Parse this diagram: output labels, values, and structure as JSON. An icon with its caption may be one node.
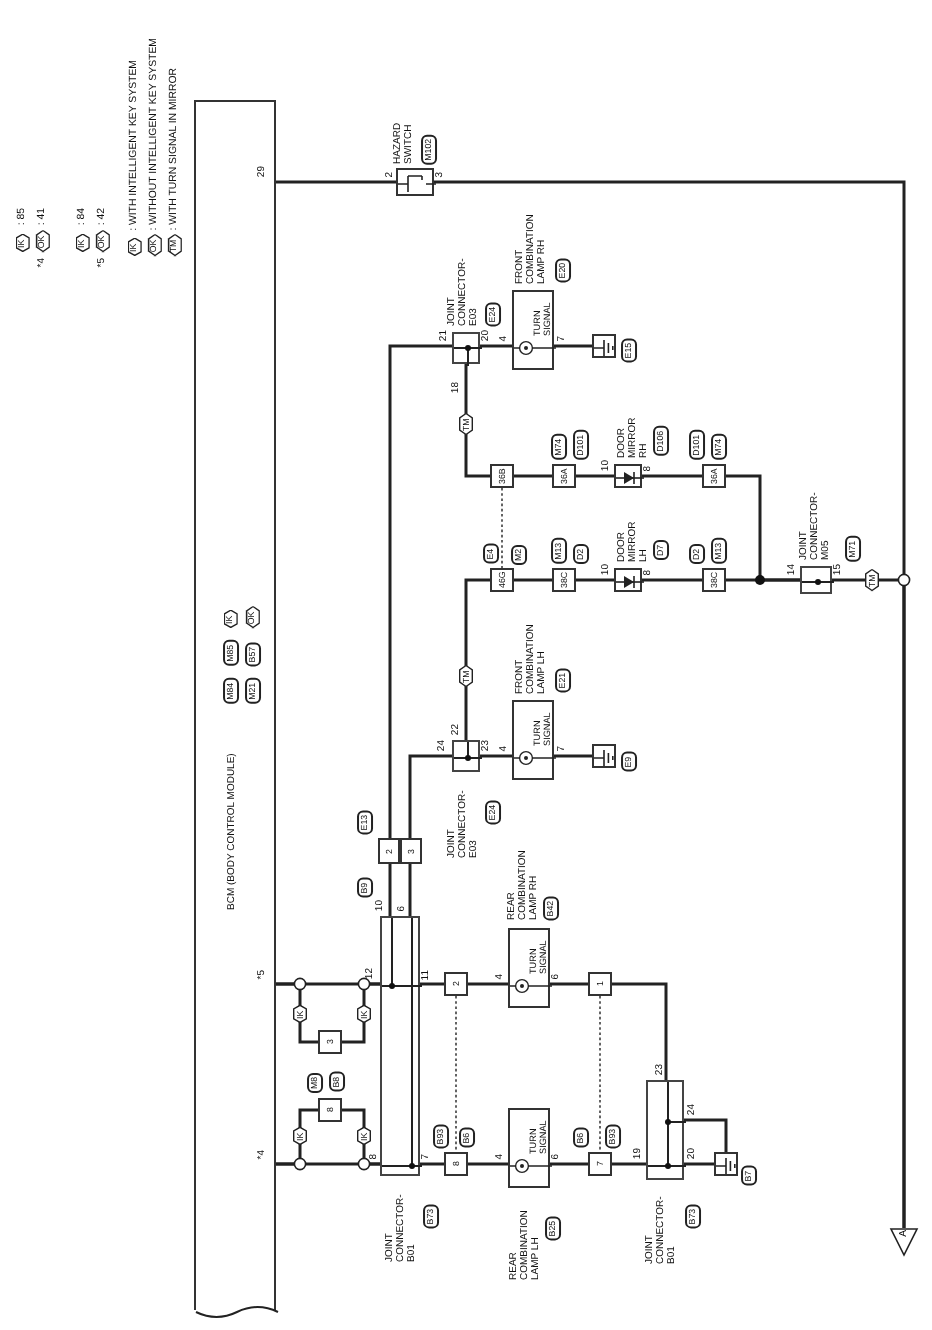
{
  "diagram": {
    "nodes": [
      {
        "text": [
          "BCM (BODY CONTROL MODULE)"
        ]
      },
      {
        "text": [
          "HAZARD SWITCH"
        ],
        "beside": [
          "M102"
        ]
      },
      {
        "text": [
          "JOINT CONNECTOR-E03"
        ],
        "beside": [
          "E24"
        ]
      },
      {
        "text": [
          "FRONT COMBINATION LAMP RH",
          "TURN SIGNAL"
        ],
        "beside": [
          "E20"
        ]
      },
      {
        "text": [],
        "shape": "ground",
        "beside": [
          "E15"
        ]
      },
      {
        "text": [
          "36B"
        ]
      },
      {
        "text": [
          "36A"
        ]
      },
      {
        "text": [
          "DOOR MIRROR RH"
        ],
        "beside": [
          "D106"
        ]
      },
      {
        "text": [
          "36A"
        ]
      },
      {
        "text": [
          "46G"
        ]
      },
      {
        "text": [
          "38C"
        ]
      },
      {
        "text": [
          "DOOR MIRROR LH"
        ],
        "beside": [
          "D7"
        ]
      },
      {
        "text": [
          "38C"
        ]
      },
      {
        "text": [
          "JOINT CONNECTOR-M05"
        ],
        "beside": [
          "M71"
        ]
      },
      {
        "text": [
          "A"
        ]
      },
      {
        "text": [
          "JOINT CONNECTOR-E03"
        ],
        "beside": [
          "E24"
        ]
      },
      {
        "text": [
          "FRONT COMBINATION LAMP LH",
          "TURN SIGNAL"
        ],
        "beside": [
          "E21"
        ]
      },
      {
        "text": [],
        "shape": "ground",
        "beside": [
          "E9"
        ]
      },
      {
        "text": [
          "2"
        ]
      },
      {
        "text": [
          "3"
        ]
      },
      {
        "text": [
          "JOINT CONNECTOR-B01"
        ],
        "beside": [
          "B73"
        ]
      },
      {
        "text": [
          "3"
        ]
      },
      {
        "text": [
          "8"
        ]
      },
      {
        "text": [
          "2"
        ]
      },
      {
        "text": [
          "8"
        ]
      },
      {
        "text": [
          "REAR COMBINATION LAMP RH",
          "TURN SIGNAL"
        ],
        "beside": [
          "B42"
        ]
      },
      {
        "text": [
          "REAR COMBINATION LAMP LH",
          "TURN SIGNAL"
        ],
        "beside": [
          "B25"
        ]
      },
      {
        "text": [
          "1"
        ]
      },
      {
        "text": [
          "7"
        ]
      },
      {
        "text": [
          "JOINT CONNECTOR-B01"
        ],
        "beside": [
          "B73"
        ]
      },
      {
        "text": [],
        "shape": "ground",
        "beside": [
          "B7"
        ]
      }
    ],
    "edges": [
      {
        "from": 0,
        "to": 1,
        "arrow": "none"
      },
      {
        "from": 1,
        "to": 14,
        "arrow": "none"
      },
      {
        "from": 0,
        "to": 20,
        "arrow": "none"
      },
      {
        "from": 0,
        "to": 21,
        "arrow": "none",
        "label": "IK"
      },
      {
        "from": 21,
        "to": 20,
        "arrow": "none",
        "label": "IK"
      },
      {
        "from": 0,
        "to": 20,
        "arrow": "none"
      },
      {
        "from": 0,
        "to": 22,
        "arrow": "none",
        "label": "IK"
      },
      {
        "from": 22,
        "to": 20,
        "arrow": "none",
        "label": "IK"
      },
      {
        "from": 2,
        "to": 18,
        "arrow": "none"
      },
      {
        "from": 18,
        "to": 20,
        "arrow": "none"
      },
      {
        "from": 15,
        "to": 19,
        "arrow": "none"
      },
      {
        "from": 19,
        "to": 20,
        "arrow": "none"
      },
      {
        "from": 2,
        "to": 3,
        "arrow": "none"
      },
      {
        "from": 3,
        "to": 4,
        "arrow": "none"
      },
      {
        "from": 2,
        "to": 5,
        "arrow": "none",
        "label": "TM"
      },
      {
        "from": 5,
        "to": 6,
        "arrow": "none"
      },
      {
        "from": 6,
        "to": 7,
        "arrow": "none"
      },
      {
        "from": 7,
        "to": 8,
        "arrow": "none"
      },
      {
        "from": 8,
        "to": 13,
        "arrow": "none"
      },
      {
        "from": 9,
        "to": 15,
        "arrow": "none",
        "label": "TM"
      },
      {
        "from": 9,
        "to": 10,
        "arrow": "none"
      },
      {
        "from": 10,
        "to": 11,
        "arrow": "none"
      },
      {
        "from": 11,
        "to": 12,
        "arrow": "none"
      },
      {
        "from": 12,
        "to": 13,
        "arrow": "none"
      },
      {
        "from": 13,
        "to": 14,
        "arrow": "none",
        "label": "TM"
      },
      {
        "from": 15,
        "to": 16,
        "arrow": "none"
      },
      {
        "from": 16,
        "to": 17,
        "arrow": "none"
      },
      {
        "from": 20,
        "to": 23,
        "arrow": "none"
      },
      {
        "from": 23,
        "to": 25,
        "arrow": "none"
      },
      {
        "from": 25,
        "to": 27,
        "arrow": "none"
      },
      {
        "from": 27,
        "to": 29,
        "arrow": "none"
      },
      {
        "from": 20,
        "to": 24,
        "arrow": "none"
      },
      {
        "from": 24,
        "to": 26,
        "arrow": "none"
      },
      {
        "from": 26,
        "to": 28,
        "arrow": "none"
      },
      {
        "from": 28,
        "to": 29,
        "arrow": "none"
      },
      {
        "from": 29,
        "to": 30,
        "arrow": "none"
      },
      {
        "from": 29,
        "to": 30,
        "arrow": "none"
      },
      {
        "from": 5,
        "to": 9,
        "arrow": "none",
        "style": "dashed"
      },
      {
        "from": 23,
        "to": 24,
        "arrow": "none",
        "style": "dashed"
      },
      {
        "from": 27,
        "to": 28,
        "arrow": "none",
        "style": "dashed"
      }
    ],
    "labels": [
      "IK",
      ": 85",
      "*4",
      "OK",
      ": 41",
      "IK",
      ": 84",
      "*5",
      "OK",
      ": 42",
      "IK",
      ": WITH INTELLIGENT KEY SYSTEM",
      "OK",
      ": WITHOUT INTELLIGENT KEY SYSTEM",
      "TM",
      ": WITH TURN SIGNAL IN MIRROR",
      "M84",
      "M85",
      "IK",
      "M21",
      "B57",
      "OK",
      "29",
      "*5",
      "*4",
      "2",
      "3",
      "21",
      "20",
      "18",
      "4",
      "7",
      "M74",
      "D101",
      "10",
      "8",
      "D101",
      "M74",
      "E4",
      "M2",
      "M13",
      "D2",
      "10",
      "8",
      "D2",
      "M13",
      "14",
      "15",
      "24",
      "22",
      "23",
      "4",
      "7",
      "E13",
      "B9",
      "10",
      "6",
      "12",
      "11",
      "8",
      "7",
      "M8",
      "B8",
      "B93",
      "B6",
      "4",
      "6",
      "4",
      "6",
      "B6",
      "B93",
      "23",
      "24",
      "19",
      "20"
    ]
  }
}
